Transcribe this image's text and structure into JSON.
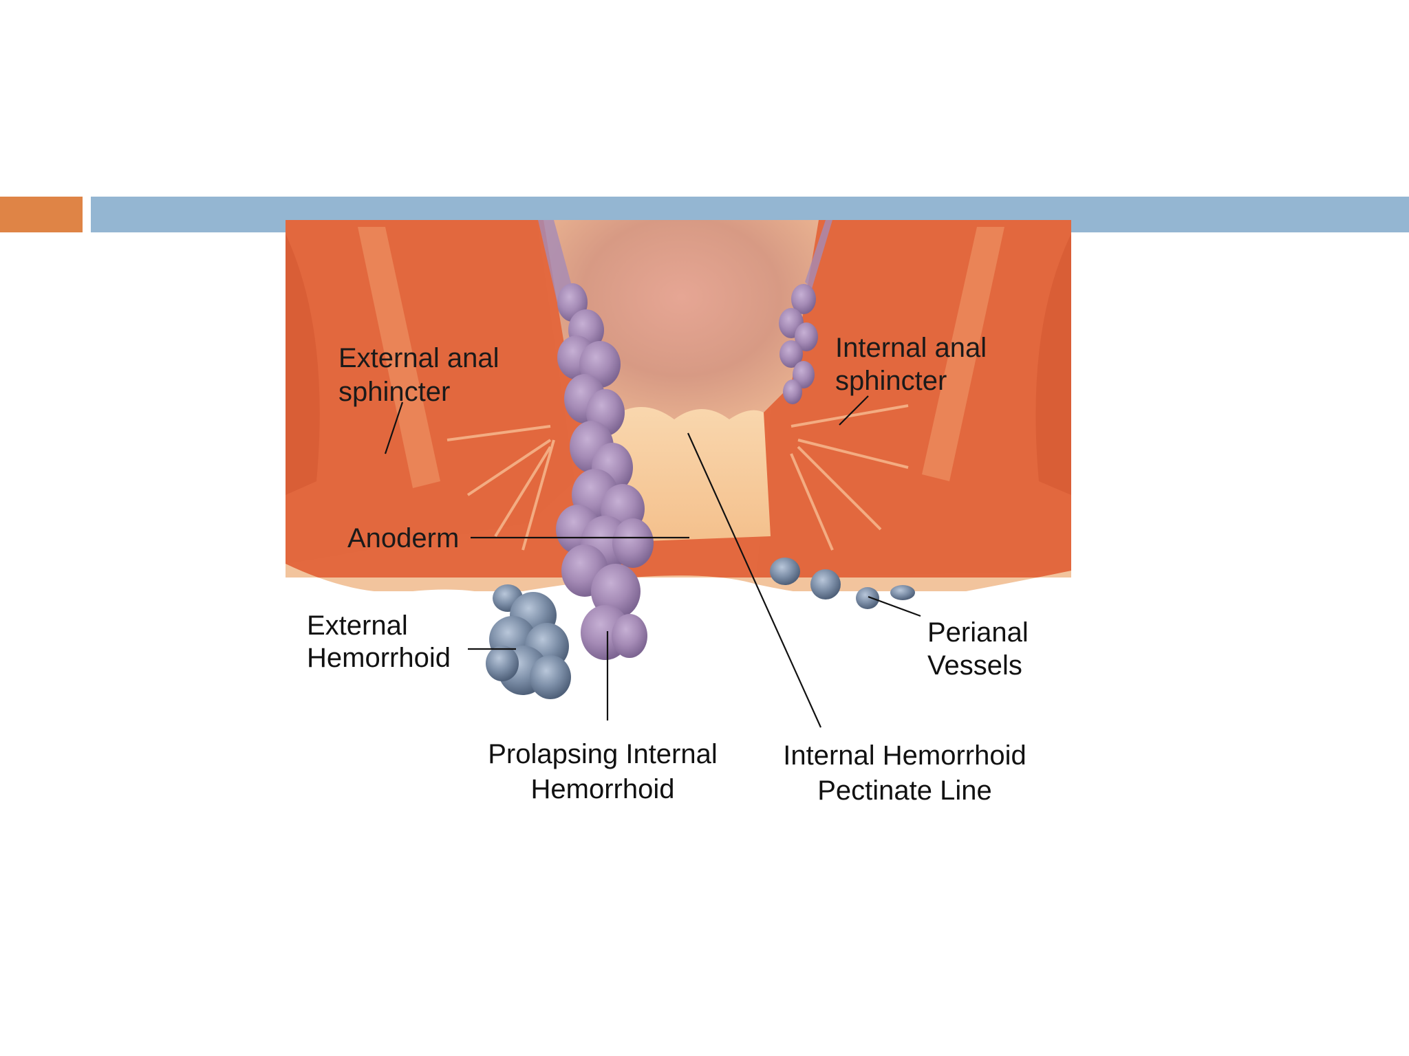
{
  "colors": {
    "accent_orange": "#df8446",
    "accent_blue": "#94b6d2",
    "muscle": "#e3693f",
    "muscle_dark": "#c9532c",
    "internal_hemorrhoid": "#a58bb6",
    "external_hemorrhoid": "#7d8fa8",
    "anoderm": "#f7cfa0",
    "mucosa": "#d9a08a"
  },
  "labels": {
    "external_anal_sphincter": [
      "External anal",
      "sphincter"
    ],
    "internal_anal_sphincter": [
      "Internal anal",
      "sphincter"
    ],
    "anoderm": "Anoderm",
    "external_hemorrhoid": [
      "External",
      "Hemorrhoid"
    ],
    "perianal_vessels": [
      "Perianal",
      "Vessels"
    ],
    "prolapsing_internal_hemorrhoid": [
      "Prolapsing Internal",
      "Hemorrhoid"
    ],
    "internal_hemorrhoid_pectinate_line": [
      "Internal Hemorrhoid",
      "Pectinate Line"
    ]
  }
}
